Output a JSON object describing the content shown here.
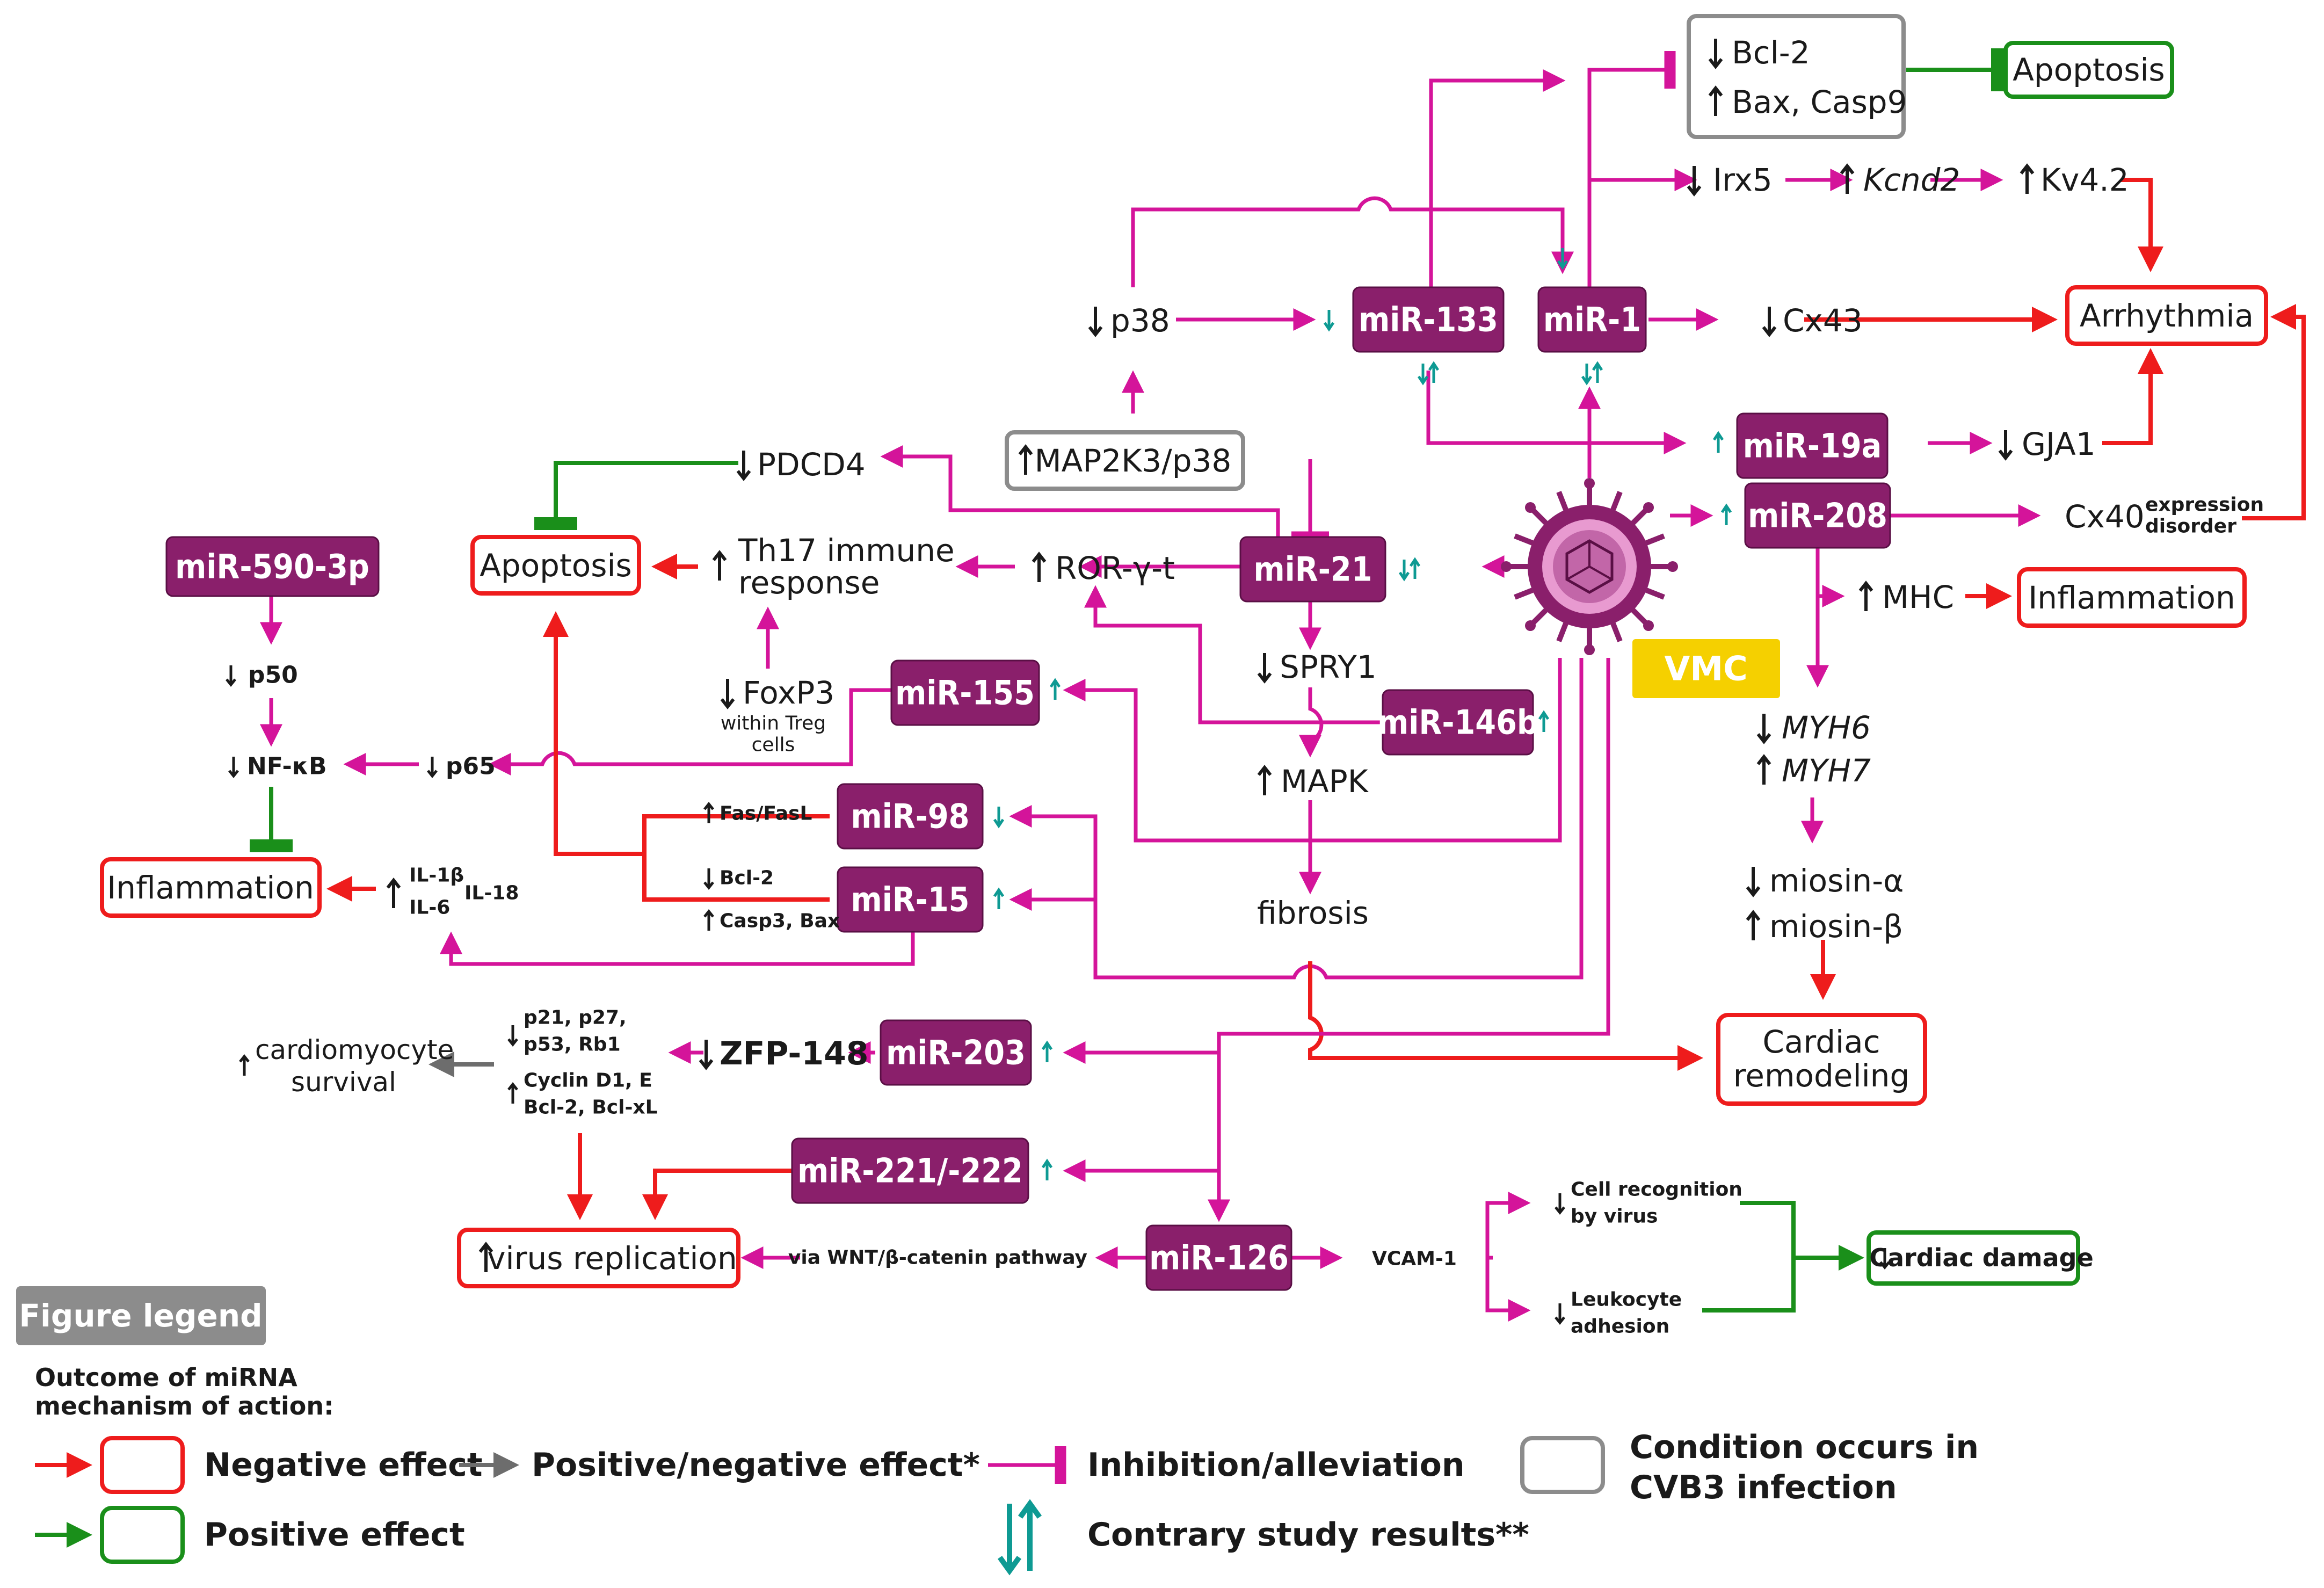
{
  "colors": {
    "mirna_box": "#8a1f6b",
    "negative": "#ee1c1c",
    "positive": "#1a8f1a",
    "inhibition": "#d4149a",
    "neutral": "#6d6d6d",
    "contrary": "#0e9a93",
    "vmc_badge": "#f5d000"
  },
  "mirnas": {
    "m133": "miR-133",
    "m1": "miR-1",
    "m19a": "miR-19a",
    "m208": "miR-208",
    "m21": "miR-21",
    "m146b": "miR-146b",
    "m155": "miR-155",
    "m98": "miR-98",
    "m15": "miR-15",
    "m590": "miR-590-3p",
    "m203": "miR-203",
    "m221": "miR-221/-222",
    "m126": "miR-126"
  },
  "vmc": "VMC",
  "nodes": {
    "bcl2_top": "Bcl-2",
    "bax_casp9": "Bax, Casp9",
    "apoptosis_top": "Apoptosis",
    "irx5": "Irx5",
    "kcnd2": "Kcnd2",
    "kv42": "Kv4.2",
    "p38": "p38",
    "cx43": "Cx43",
    "arrhythmia": "Arrhythmia",
    "map2k3": "MAP2K3/p38",
    "gja1": "GJA1",
    "pdcd4": "PDCD4",
    "cx40": "Cx40",
    "cx40_note_1": "expression",
    "cx40_note_2": "disorder",
    "apoptosis_left": "Apoptosis",
    "th17_1": "Th17 immune",
    "th17_2": "response",
    "ror": "ROR-γ-t",
    "mhc": "MHC",
    "inflammation_right": "Inflammation",
    "p50": "p50",
    "spry1": "SPRY1",
    "foxp3": "FoxP3",
    "foxp3_note_1": "within Treg",
    "foxp3_note_2": "cells",
    "nfkb": "NF-κB",
    "p65": "p65",
    "mapk": "MAPK",
    "myh6": "MYH6",
    "myh7": "MYH7",
    "fas": "Fas/FasL",
    "bcl2_mid": "Bcl-2",
    "casp3": "Casp3, Bax",
    "inflammation_left": "Inflammation",
    "il1b": "IL-1β",
    "il6": "IL-6",
    "il18": "IL-18",
    "fibrosis": "fibrosis",
    "miosin_a": "miosin-α",
    "miosin_b": "miosin-β",
    "p21_1": "p21, p27,",
    "p21_2": "p53, Rb1",
    "cyclin_1": "Cyclin D1, E",
    "cyclin_2": "Bcl-2, Bcl-xL",
    "zfp148": "ZFP-148",
    "survival_1": "cardiomyocyte",
    "survival_2": "survival",
    "remodel_1": "Cardiac",
    "remodel_2": "remodeling",
    "virus_rep": "virus replication",
    "wnt": "via WNT/β-catenin pathway",
    "vcam": "VCAM-1",
    "cellrec_1": "Cell recognition",
    "cellrec_2": "by virus",
    "leuko_1": "Leukocyte",
    "leuko_2": "adhesion",
    "cardiac_damage": "Cardiac damage"
  },
  "legend": {
    "title": "Figure legend",
    "subtitle_1": "Outcome of miRNA",
    "subtitle_2": "mechanism of action:",
    "negative": "Negative effect",
    "posneg": "Positive/negative effect*",
    "inhibition": "Inhibition/alleviation",
    "condition_1": "Condition occurs in",
    "condition_2": "CVB3 infection",
    "positive": "Positive effect",
    "contrary": "Contrary study results**"
  }
}
